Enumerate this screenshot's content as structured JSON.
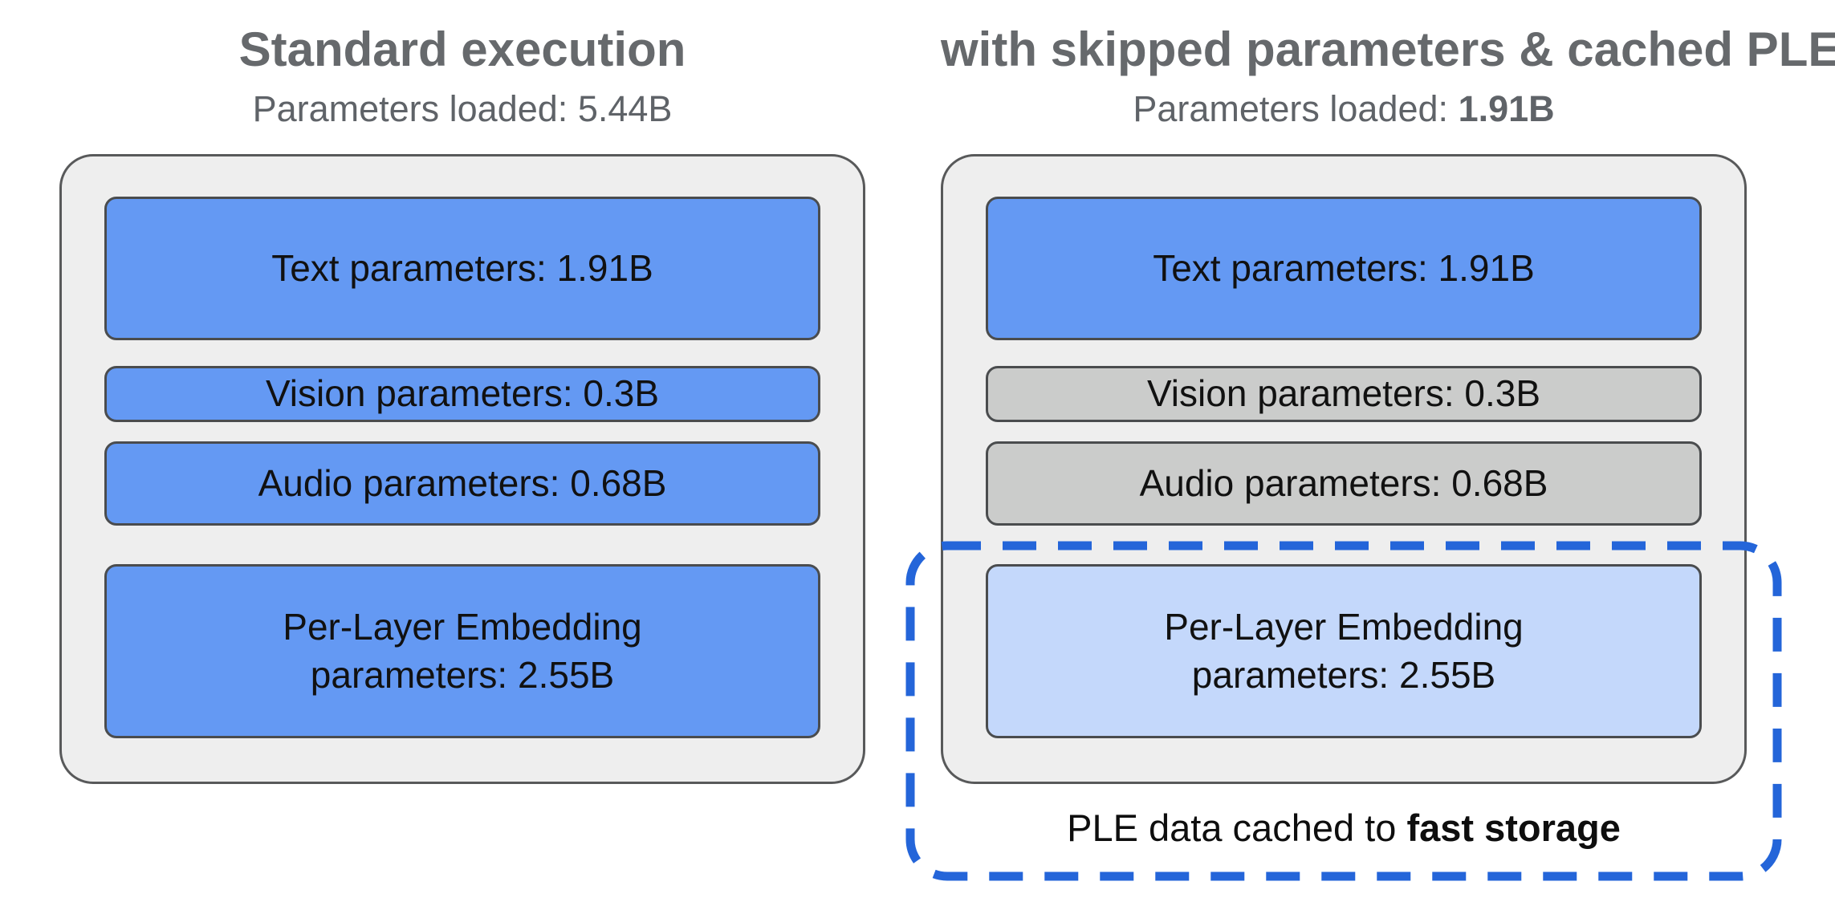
{
  "diagram": {
    "left": {
      "title": "Standard execution",
      "subtitle_label": "Parameters loaded:",
      "subtitle_value": "5.44B",
      "boxes": {
        "text": "Text parameters: 1.91B",
        "vision": "Vision parameters: 0.3B",
        "audio": "Audio parameters: 0.68B",
        "ple": "Per-Layer Embedding\nparameters: 2.55B"
      }
    },
    "right": {
      "title": "with skipped parameters & cached PLE",
      "subtitle_label": "Parameters loaded:",
      "subtitle_value": "1.91B",
      "boxes": {
        "text": "Text parameters: 1.91B",
        "vision": "Vision parameters: 0.3B",
        "audio": "Audio parameters: 0.68B",
        "ple": "Per-Layer Embedding\nparameters: 2.55B"
      }
    },
    "caption_prefix": "PLE data cached to",
    "caption_bold": "fast storage"
  },
  "colors": {
    "loaded_blue": "#6499f3",
    "skipped_gray": "#cbcccb",
    "cached_light_blue": "#c4d8fb",
    "dashed_border_blue": "#2465d9",
    "container_fill": "#eeeeee",
    "container_border": "#58595a",
    "box_border": "#4a4c4e",
    "title_gray": "#66696c",
    "subtitle_gray": "#5f6368"
  }
}
